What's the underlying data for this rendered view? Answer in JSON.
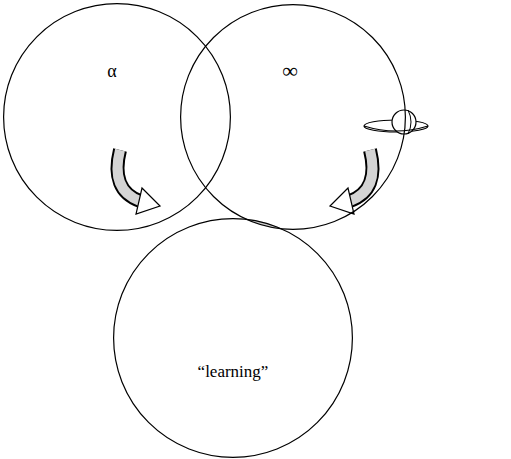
{
  "diagram": {
    "nodes": [
      {
        "text": [
          "α"
        ]
      },
      {
        "text": [
          "∞"
        ]
      },
      {
        "text": [
          "“learning”"
        ]
      }
    ]
  }
}
